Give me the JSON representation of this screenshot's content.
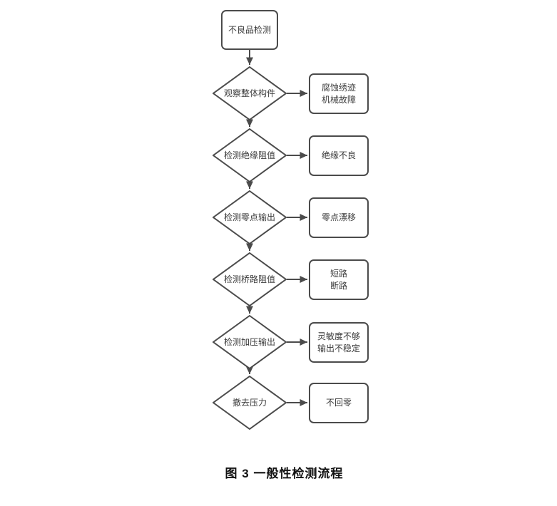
{
  "figure": {
    "caption": "图 3 一般性检测流程"
  },
  "flowchart": {
    "start": "不良品检测",
    "steps": [
      {
        "check": "观察整体构件",
        "result": "腐蚀绣迹\n机械故障"
      },
      {
        "check": "检测绝缘阻值",
        "result": "绝缘不良"
      },
      {
        "check": "检测零点输出",
        "result": "零点漂移"
      },
      {
        "check": "检测桥路阻值",
        "result": "短路\n断路"
      },
      {
        "check": "检测加压输出",
        "result": "灵敏度不够\n输出不稳定"
      },
      {
        "check": "撤去压力",
        "result": "不回零"
      }
    ]
  },
  "colors": {
    "line": "#4b4b4b",
    "text": "#3b3b3b",
    "background": "#ffffff"
  }
}
